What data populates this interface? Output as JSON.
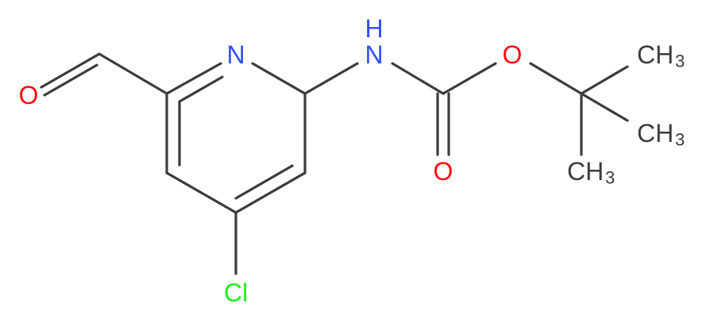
{
  "labels": {
    "O_aldehyde": "O",
    "N_ring": "N",
    "NH_N": "N",
    "NH_H": "H",
    "O_ester": "O",
    "O_carbonyl": "O",
    "CH3_top": "CH",
    "CH3_top_sub": "3",
    "CH3_mid": "CH",
    "CH3_mid_sub": "3",
    "CH3_bottom": "CH",
    "CH3_bottom_sub": "3",
    "Cl": "Cl"
  },
  "colors": {
    "bond": "#3c3c3c",
    "oxygen": "#ff0d0d",
    "nitrogen": "#3050f8",
    "carbon": "#3c3c3c",
    "chlorine": "#1ff01f"
  }
}
